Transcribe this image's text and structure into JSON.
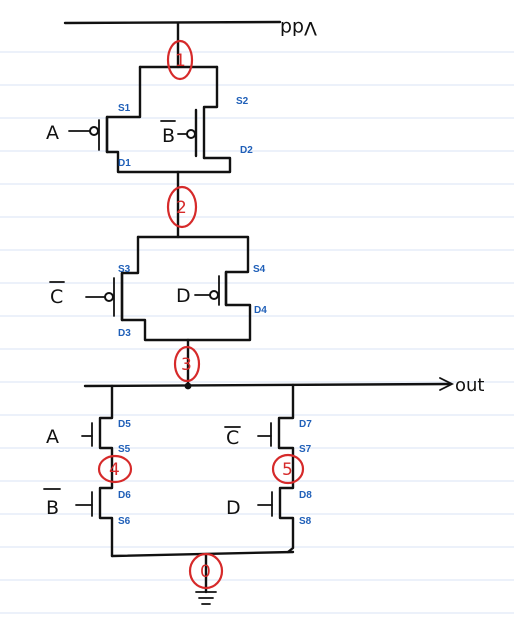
{
  "supply": {
    "label": "Vdd"
  },
  "output": {
    "label": "out"
  },
  "nodes": [
    "1",
    "2",
    "3",
    "4",
    "5",
    "0"
  ],
  "inputs": {
    "a_pmos": "A",
    "b_bar_pmos": "B",
    "c_bar_pmos": "C",
    "d_pmos": "D",
    "a_nmos": "A",
    "c_bar_nmos": "C",
    "b_bar_nmos": "B",
    "d_nmos": "D"
  },
  "pins": {
    "s1": "S1",
    "d1": "D1",
    "s2": "S2",
    "d2": "D2",
    "s3": "S3",
    "d3": "D3",
    "s4": "S4",
    "d4": "D4",
    "d5": "D5",
    "s5": "S5",
    "d6": "D6",
    "s6": "S6",
    "d7": "D7",
    "s7": "S7",
    "d8": "D8",
    "s8": "S8"
  },
  "colors": {
    "ink": "#111111",
    "pin_labels": "#1f5fb8",
    "node_markers": "#d62a2a",
    "ruled_lines": "#d9e3f5"
  }
}
